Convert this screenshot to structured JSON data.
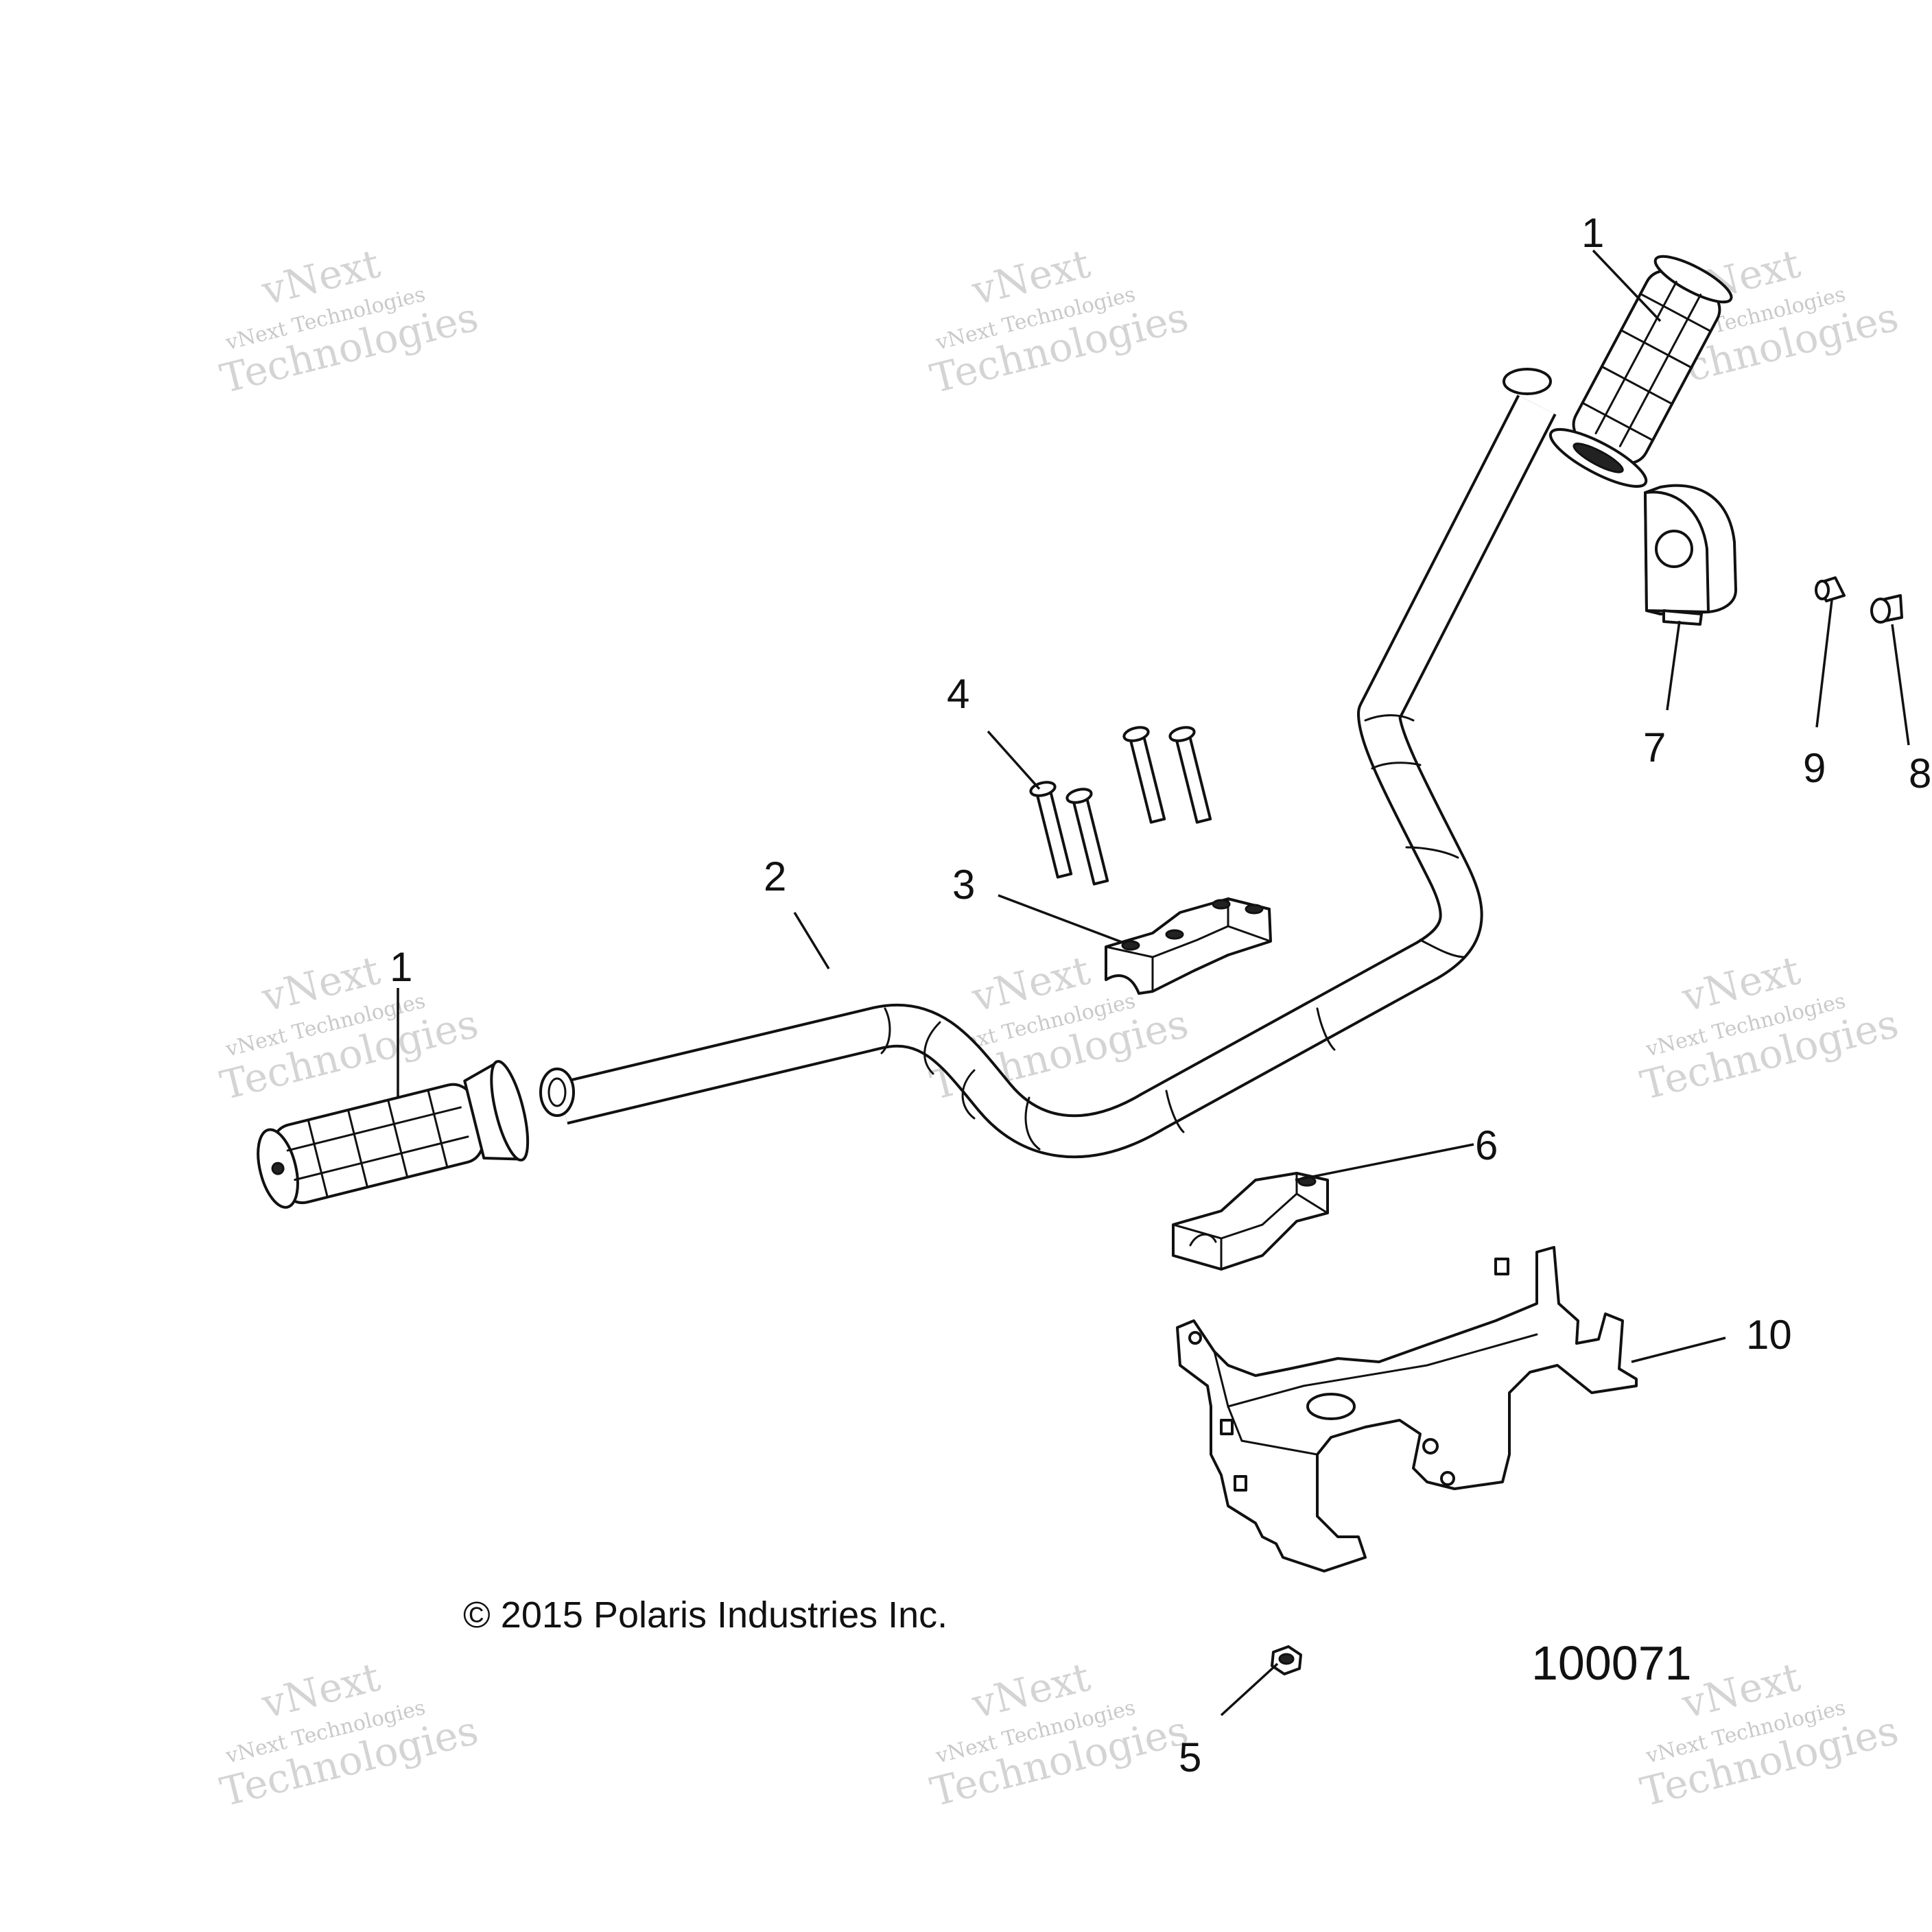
{
  "diagram": {
    "copyright": "© 2015 Polaris Industries Inc.",
    "figure_number": "100071",
    "callouts": {
      "grip_right": "1",
      "grip_left": "1",
      "handlebar": "2",
      "clamp_upper": "3",
      "bolts": "4",
      "nut": "5",
      "clamp_lower": "6",
      "switch": "7",
      "plug": "8",
      "insert": "9",
      "bracket": "10"
    },
    "watermark": {
      "line1": "vNext",
      "line2": "vNext Technologies",
      "line3": "Technologies"
    }
  }
}
